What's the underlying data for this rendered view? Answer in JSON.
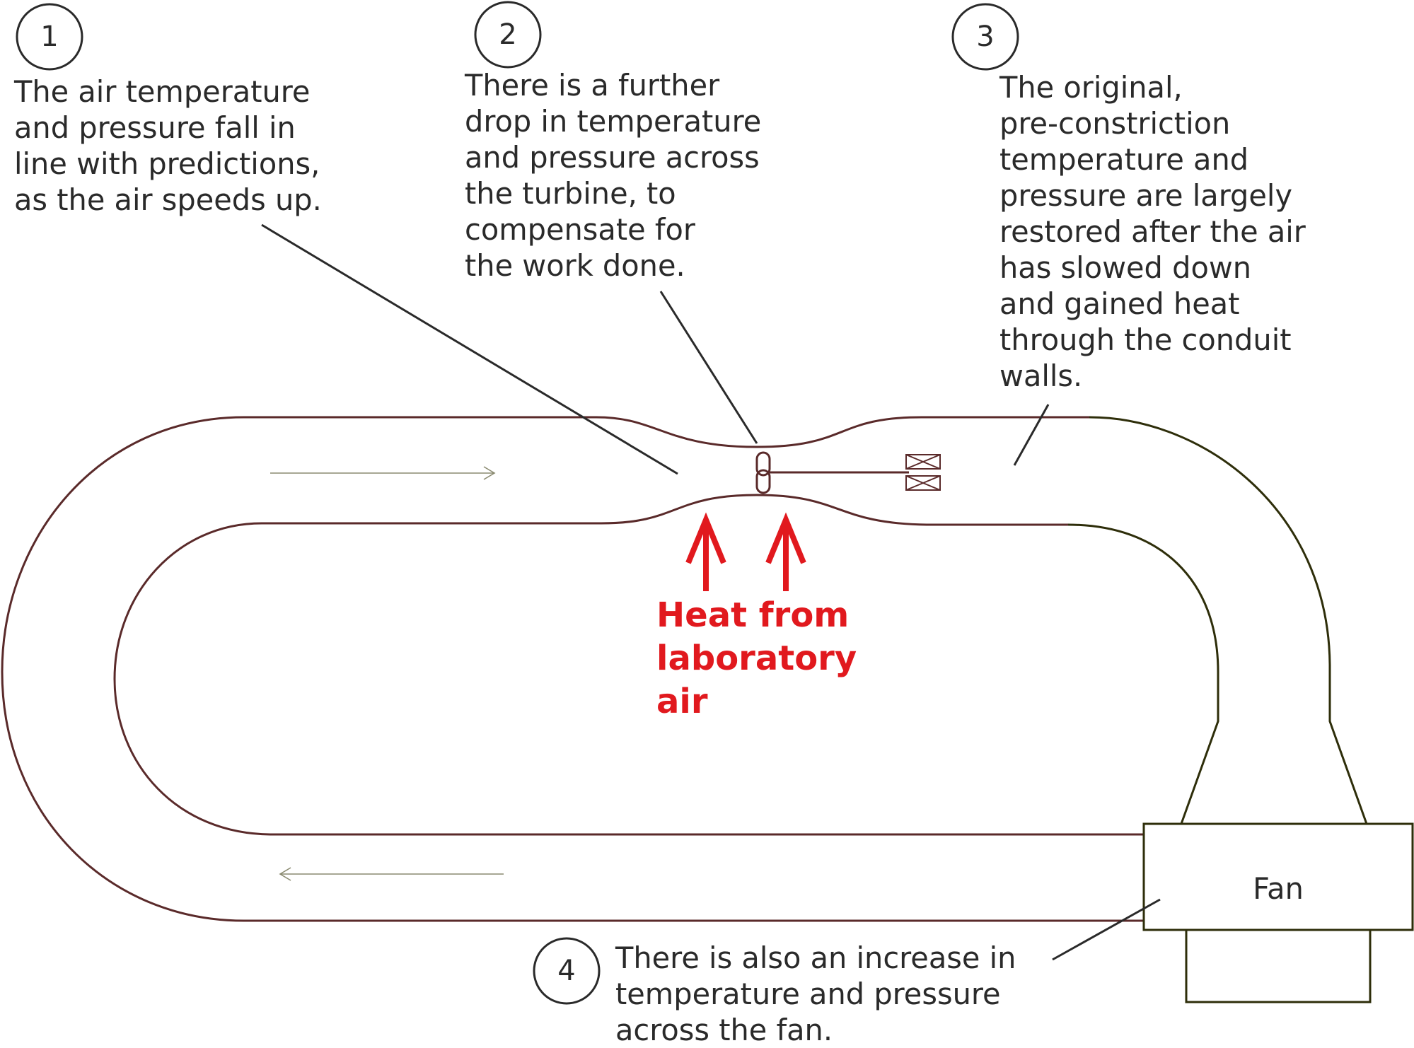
{
  "callouts": [
    {
      "number": "1",
      "text": "The air temperature\nand pressure fall in\nline with predictions,\nas the air speeds up."
    },
    {
      "number": "2",
      "text": "There is a further\ndrop in temperature\nand pressure across\nthe turbine, to\ncompensate for\nthe work done."
    },
    {
      "number": "3",
      "text": "The original,\npre-constriction\ntemperature and\npressure are largely\nrestored after the air\nhas slowed down\nand gained heat\nthrough the conduit\nwalls."
    },
    {
      "number": "4",
      "text": "There is also an increase in\ntemperature and pressure\nacross the fan."
    }
  ],
  "heat_label": "Heat from\nlaboratory\nair",
  "fan_label": "Fan",
  "colors": {
    "conduit": "#5a2a2a",
    "conduit_right": "#2e2e0a",
    "heat": "#e1191e",
    "text": "#2a2a2a",
    "flow_arrow": "#8a8a70"
  }
}
